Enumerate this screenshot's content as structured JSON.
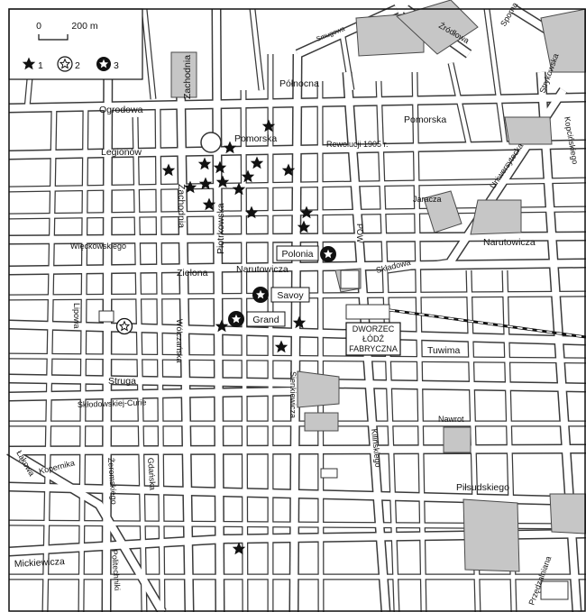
{
  "legend": {
    "scale_zero": "0",
    "scale_label": "200 m",
    "items": [
      {
        "num": "1",
        "symbol": "star-icon"
      },
      {
        "num": "2",
        "symbol": "outline-star-circle-icon"
      },
      {
        "num": "3",
        "symbol": "filled-star-circle-icon"
      }
    ]
  },
  "streets": {
    "zrodlowa": "Źródłowa",
    "sporna": "Sporna",
    "strykowska": "Strykowska",
    "smugowa": "Smugowa",
    "zachodnia_n": "Zachodnia",
    "polnocna": "Północna",
    "ogrodowa": "Ogrodowa",
    "pomorska_w": "Pomorska",
    "pomorska_e": "Pomorska",
    "legionow": "Legionów",
    "rewolucji": "Rewolucji 1905 r.",
    "uniwersytecka": "Uniwersytecka",
    "kopcinskiego": "Kopcińskiego",
    "zachodnia_s": "Zachodnia",
    "piotrkowska": "Piotrkowska",
    "jaracza": "Jaracza",
    "wieckowskiego": "Więckowskiego",
    "pow": "POW",
    "narutowicza_e": "Narutowicza",
    "skladowa": "Składowa",
    "zielona": "Zielona",
    "narutowicza_w": "Narutowicza",
    "lipowa": "Lipowa",
    "wolczanska": "Wólczańska",
    "tuwima": "Tuwima",
    "struga": "Struga",
    "sklodowskiej": "Skłodowskiej-Curie",
    "sienkiewicza": "Sienkiewicza",
    "kilinskiego": "Kilińskiego",
    "nawrot": "Nawrot",
    "lakowa": "Łąkowa",
    "kopernika": "Kopernika",
    "zeromskiego": "Żeromskiego",
    "gdanska": "Gdańska",
    "pilsudskiego": "Piłsudskiego",
    "mickiewicza": "Mickiewicza",
    "politechniki": "Politechniki",
    "przedzalniana": "Przędzalniana"
  },
  "hotels": {
    "polonia": "Polonia",
    "savoy": "Savoy",
    "grand": "Grand"
  },
  "station": {
    "line1": "DWORZEC",
    "line2": "ŁÓDŹ",
    "line3": "FABRYCZNA"
  }
}
